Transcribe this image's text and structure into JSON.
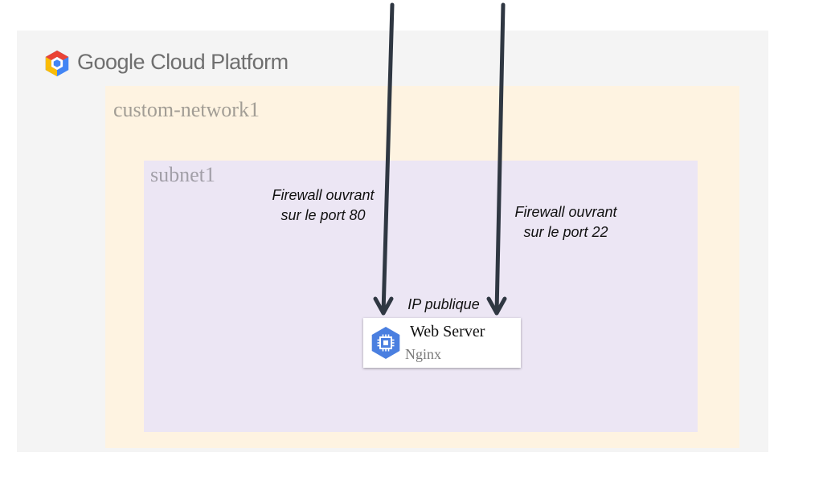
{
  "platform": {
    "name": "Google Cloud Platform",
    "logo_icon": "gcp-hexagon-logo"
  },
  "network": {
    "name": "custom-network1"
  },
  "subnet": {
    "name": "subnet1"
  },
  "firewalls": [
    {
      "line1": "Firewall ouvrant",
      "line2": "sur le port 80"
    },
    {
      "line1": "Firewall ouvrant",
      "line2": "sur le port 22"
    }
  ],
  "public_ip_label": "IP publique",
  "server": {
    "name": "Web Server",
    "software": "Nginx",
    "icon": "compute-engine-icon"
  },
  "colors": {
    "frame_bg": "#f4f4f4",
    "network_bg": "#fef3e1",
    "subnet_bg": "#ece6f4",
    "arrow": "#2f3742",
    "icon_blue": "#4a7fe0"
  }
}
